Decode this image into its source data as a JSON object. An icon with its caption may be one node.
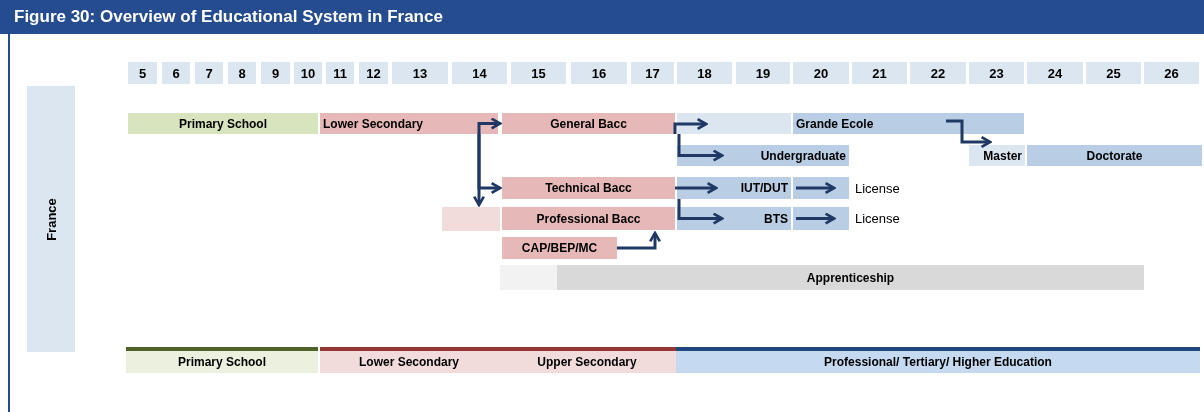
{
  "diagram": {
    "title": "Figure 30: Overview of Educational System in France",
    "nodes": [
      {
        "text": [
          "5"
        ]
      },
      {
        "text": [
          "6"
        ]
      },
      {
        "text": [
          "7"
        ]
      },
      {
        "text": [
          "8"
        ]
      },
      {
        "text": [
          "9"
        ]
      },
      {
        "text": [
          "10"
        ]
      },
      {
        "text": [
          "11"
        ]
      },
      {
        "text": [
          "12"
        ]
      },
      {
        "text": [
          "13"
        ]
      },
      {
        "text": [
          "14"
        ]
      },
      {
        "text": [
          "15"
        ]
      },
      {
        "text": [
          "16"
        ]
      },
      {
        "text": [
          "17"
        ]
      },
      {
        "text": [
          "18"
        ]
      },
      {
        "text": [
          "19"
        ]
      },
      {
        "text": [
          "20"
        ]
      },
      {
        "text": [
          "21"
        ]
      },
      {
        "text": [
          "22"
        ]
      },
      {
        "text": [
          "23"
        ]
      },
      {
        "text": [
          "24"
        ]
      },
      {
        "text": [
          "25"
        ]
      },
      {
        "text": [
          "26"
        ]
      },
      {
        "text": [
          "France"
        ]
      },
      {
        "text": [
          "Primary School"
        ]
      },
      {
        "text": [
          "Lower Secondary"
        ]
      },
      {
        "text": [
          "General Bacc"
        ]
      },
      {
        "text": [],
        "shape": "bar"
      },
      {
        "text": [
          "Grande Ecole"
        ]
      },
      {
        "text": [
          "Undergraduate"
        ]
      },
      {
        "text": [
          "Master"
        ]
      },
      {
        "text": [
          "Doctorate"
        ]
      },
      {
        "text": [
          "Technical Bacc"
        ]
      },
      {
        "text": [
          "IUT/DUT"
        ]
      },
      {
        "text": [],
        "shape": "bar"
      },
      {
        "text": [
          "License"
        ]
      },
      {
        "text": [],
        "shape": "bar"
      },
      {
        "text": [
          "Professional Bacc"
        ]
      },
      {
        "text": [
          "BTS"
        ]
      },
      {
        "text": [],
        "shape": "bar"
      },
      {
        "text": [
          "License"
        ]
      },
      {
        "text": [
          "CAP/BEP/MC"
        ]
      },
      {
        "text": [],
        "shape": "bar"
      },
      {
        "text": [
          "Apprenticeship"
        ]
      }
    ],
    "edges": [
      {
        "from": 24,
        "to": 25,
        "arrow": "to"
      },
      {
        "from": 24,
        "to": 31,
        "arrow": "to"
      },
      {
        "from": 24,
        "to": 35,
        "arrow": "to"
      },
      {
        "from": 25,
        "to": 26,
        "arrow": "to"
      },
      {
        "from": 25,
        "to": 28,
        "arrow": "to"
      },
      {
        "from": 27,
        "to": 29,
        "arrow": "to"
      },
      {
        "from": 31,
        "to": 32,
        "arrow": "to"
      },
      {
        "from": 31,
        "to": 37,
        "arrow": "to"
      },
      {
        "from": 33,
        "to": 34,
        "arrow": "to"
      },
      {
        "from": 38,
        "to": 39,
        "arrow": "to"
      },
      {
        "from": 40,
        "to": 36,
        "arrow": "to"
      }
    ],
    "legend": [
      {
        "text": "Primary School",
        "color": "#ebf1de"
      },
      {
        "text": "Lower Secondary",
        "color": "#f2dcdb"
      },
      {
        "text": "Upper Secondary",
        "color": "#f2dcdb"
      },
      {
        "text": "Professional/ Tertiary/ Higher Education",
        "color": "#c5d9f1"
      }
    ]
  }
}
